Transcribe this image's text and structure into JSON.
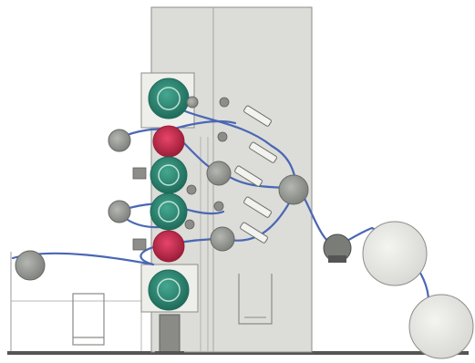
{
  "diagram": {
    "kind": "calender-web-path",
    "colors": {
      "frame": "#d9dad5",
      "frame_stroke": "#8c8d88",
      "roll_green": "#2e8f79",
      "roll_green_dark": "#1f6b5a",
      "roll_red": "#d22a4d",
      "roll_red_dark": "#9b1d38",
      "roll_grey": "#9a9c98",
      "roll_light": "#e7e8e4",
      "web": "#4a67b5",
      "line": "#6e6f6b",
      "floor": "#555555",
      "stand": "#7f807c"
    },
    "roll_stack": [
      {
        "name": "top-green-roll",
        "color_key": "roll_green"
      },
      {
        "name": "red-roll-1",
        "color_key": "roll_red"
      },
      {
        "name": "green-roll-2",
        "color_key": "roll_green"
      },
      {
        "name": "green-roll-3",
        "color_key": "roll_green"
      },
      {
        "name": "red-roll-2",
        "color_key": "roll_red"
      },
      {
        "name": "bottom-green-roll",
        "color_key": "roll_green"
      }
    ],
    "guide_rolls": 8,
    "reels": 2,
    "doctor_blades": 5,
    "icons": [
      "frame",
      "roll",
      "reel",
      "doctor-blade",
      "web-path"
    ]
  }
}
